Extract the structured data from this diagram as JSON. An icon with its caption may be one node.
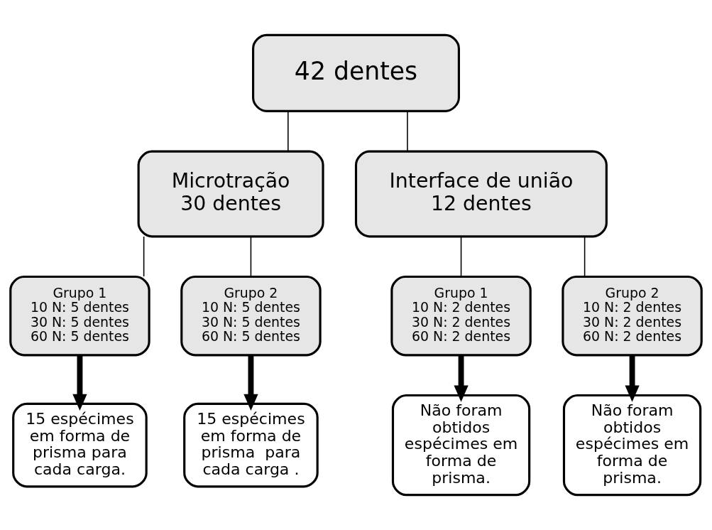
{
  "diagram": {
    "nodes": [
      {
        "text": [
          "42 dentes"
        ]
      },
      {
        "text": [
          "Microtração",
          "30 dentes"
        ]
      },
      {
        "text": [
          "Interface de união",
          "12 dentes"
        ]
      },
      {
        "text": [
          "Grupo 1",
          "10 N: 5 dentes",
          "30 N: 5 dentes",
          "60 N: 5 dentes"
        ]
      },
      {
        "text": [
          "Grupo 2",
          "10 N: 5 dentes",
          "30 N: 5 dentes",
          "60 N: 5 dentes"
        ]
      },
      {
        "text": [
          "Grupo 1",
          "10 N: 2 dentes",
          "30 N: 2 dentes",
          "60 N: 2 dentes"
        ]
      },
      {
        "text": [
          "Grupo 2",
          "10 N: 2 dentes",
          "30 N: 2 dentes",
          "60 N: 2 dentes"
        ]
      },
      {
        "text": [
          "15 espécimes em forma de prisma para cada carga."
        ]
      },
      {
        "text": [
          "15 espécimes em forma de prisma  para cada carga ."
        ]
      },
      {
        "text": [
          "Não foram obtidos espécimes em forma de prisma."
        ]
      },
      {
        "text": [
          "Não foram obtidos espécimes em forma de prisma."
        ]
      }
    ],
    "edges": [
      {
        "from": 0,
        "to": 1,
        "arrow": "none"
      },
      {
        "from": 0,
        "to": 2,
        "arrow": "none"
      },
      {
        "from": 1,
        "to": 3,
        "arrow": "none"
      },
      {
        "from": 1,
        "to": 4,
        "arrow": "none"
      },
      {
        "from": 2,
        "to": 5,
        "arrow": "none"
      },
      {
        "from": 2,
        "to": 6,
        "arrow": "none"
      },
      {
        "from": 3,
        "to": 7,
        "arrow": "to",
        "style": "thick"
      },
      {
        "from": 4,
        "to": 8,
        "arrow": "to",
        "style": "thick"
      },
      {
        "from": 5,
        "to": 9,
        "arrow": "to",
        "style": "thick"
      },
      {
        "from": 6,
        "to": 10,
        "arrow": "to",
        "style": "thick"
      }
    ]
  }
}
